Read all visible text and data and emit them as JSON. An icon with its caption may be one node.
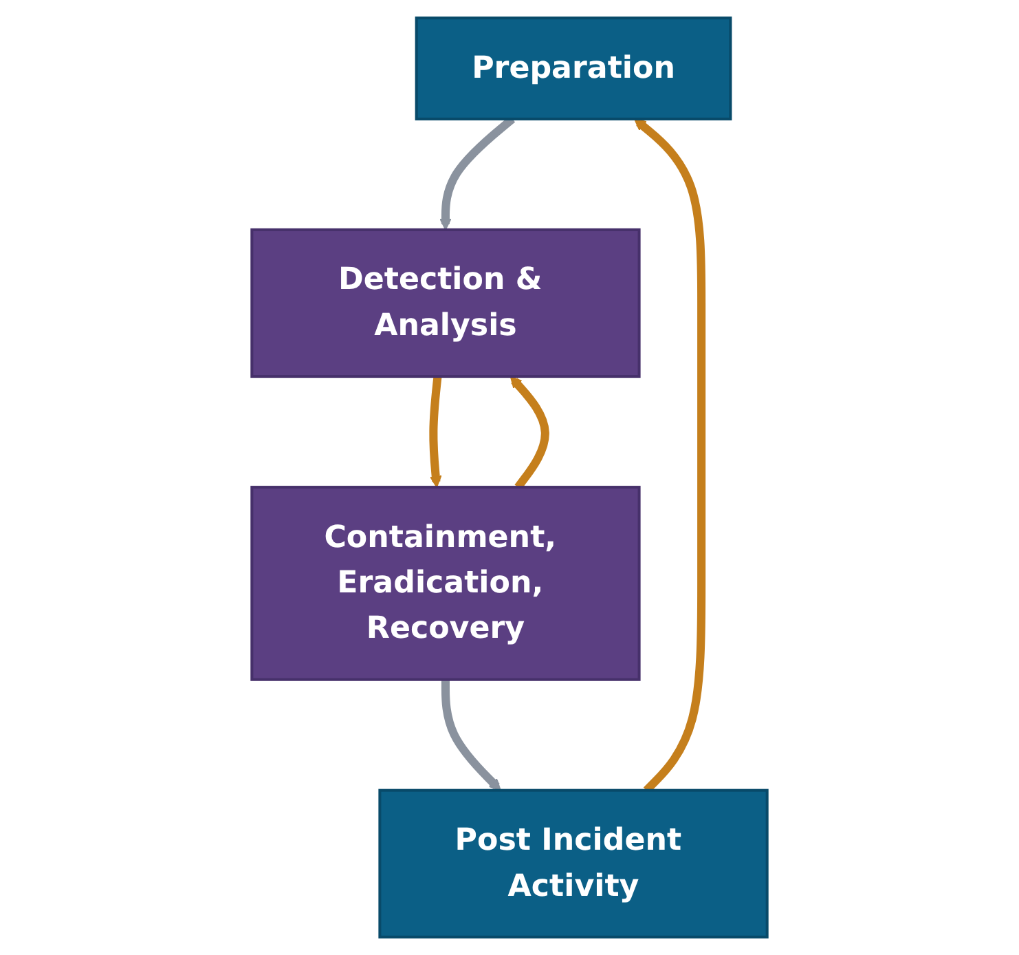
{
  "diagram": {
    "nodes": [
      {
        "text": [
          "Preparation"
        ]
      },
      {
        "text": [
          "Detection & Analysis"
        ]
      },
      {
        "text": [
          "Containment, Eradication, Recovery"
        ]
      },
      {
        "text": [
          "Post Incident Activity"
        ]
      }
    ],
    "edges": [
      {
        "from": 0,
        "to": 1,
        "arrow": "to",
        "color": "#8a929e"
      },
      {
        "from": 2,
        "to": 1,
        "arrow": "to"
      },
      {
        "from": 1,
        "to": 2,
        "arrow": "to"
      },
      {
        "from": 2,
        "to": 3,
        "arrow": "to",
        "color": "#8a929e"
      },
      {
        "from": 3,
        "to": 0,
        "arrow": "to"
      }
    ]
  }
}
